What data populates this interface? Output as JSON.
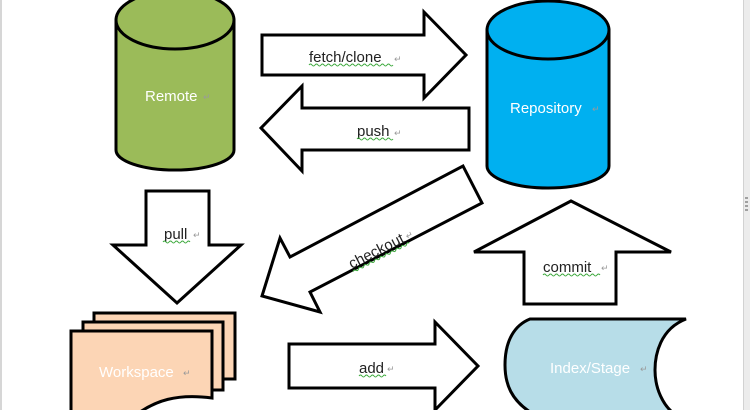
{
  "diagram": {
    "title": "Git workflow",
    "nodes": {
      "remote": {
        "label": "Remote",
        "color": "#9bbb59"
      },
      "repository": {
        "label": "Repository",
        "color": "#00b0f0"
      },
      "workspace": {
        "label": "Workspace",
        "color": "#fcd5b5"
      },
      "index": {
        "label": "Index/Stage",
        "color": "#b7dde8"
      }
    },
    "edges": {
      "fetch": {
        "label": "fetch/clone",
        "from": "Remote",
        "to": "Repository"
      },
      "push": {
        "label": "push",
        "from": "Repository",
        "to": "Remote"
      },
      "pull": {
        "label": "pull",
        "from": "Remote",
        "to": "Workspace"
      },
      "checkout": {
        "label": "checkout",
        "from": "Repository",
        "to": "Workspace"
      },
      "commit": {
        "label": "commit",
        "from": "Index/Stage",
        "to": "Repository"
      },
      "add": {
        "label": "add",
        "from": "Workspace",
        "to": "Index/Stage"
      }
    },
    "paragraph_mark": "↵"
  }
}
